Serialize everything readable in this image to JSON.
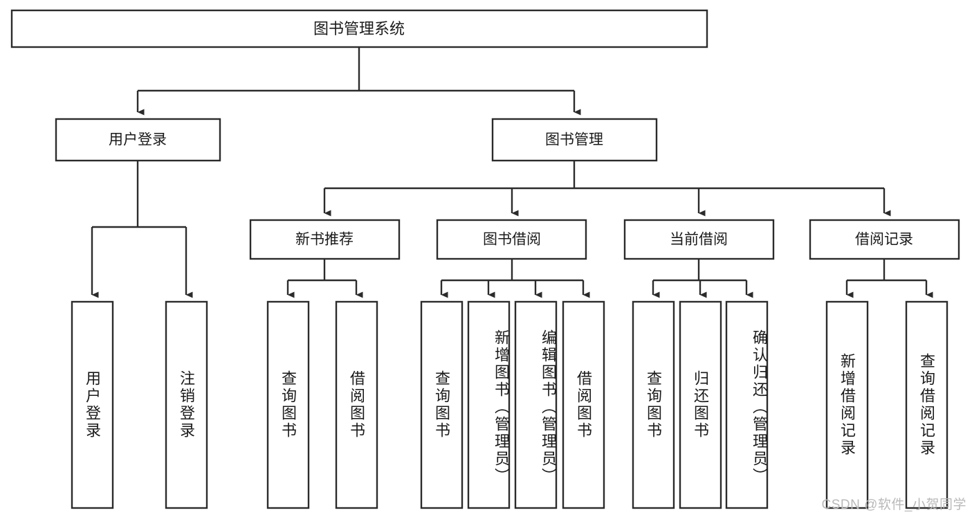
{
  "diagram": {
    "type": "tree-hierarchy",
    "title_node": {
      "id": "root",
      "label": "图书管理系统"
    },
    "level2": [
      {
        "id": "user-login",
        "label": "用户登录"
      },
      {
        "id": "book-management",
        "label": "图书管理"
      }
    ],
    "level3": [
      {
        "id": "new-book-recommend",
        "label": "新书推荐",
        "parent": "book-management"
      },
      {
        "id": "book-borrow",
        "label": "图书借阅",
        "parent": "book-management"
      },
      {
        "id": "current-borrow",
        "label": "当前借阅",
        "parent": "book-management"
      },
      {
        "id": "borrow-record",
        "label": "借阅记录",
        "parent": "book-management"
      }
    ],
    "leaves": {
      "user-login": [
        {
          "id": "leaf-user-login",
          "label": "用户登录"
        },
        {
          "id": "leaf-logout-login",
          "label": "注销登录"
        }
      ],
      "new-book-recommend": [
        {
          "id": "leaf-query-book-1",
          "label": "查询图书"
        },
        {
          "id": "leaf-borrow-book-1",
          "label": "借阅图书"
        }
      ],
      "book-borrow": [
        {
          "id": "leaf-query-book-2",
          "label": "查询图书"
        },
        {
          "id": "leaf-add-book",
          "label": "新增图书（管理员）"
        },
        {
          "id": "leaf-edit-book",
          "label": "编辑图书（管理员）"
        },
        {
          "id": "leaf-borrow-book-2",
          "label": "借阅图书"
        }
      ],
      "current-borrow": [
        {
          "id": "leaf-query-book-3",
          "label": "查询图书"
        },
        {
          "id": "leaf-return-book",
          "label": "归还图书"
        },
        {
          "id": "leaf-confirm-return",
          "label": "确认归还（管理员）"
        }
      ],
      "borrow-record": [
        {
          "id": "leaf-add-record",
          "label": "新增借阅记录"
        },
        {
          "id": "leaf-query-record",
          "label": "查询借阅记录"
        }
      ]
    },
    "colors": {
      "box_fill": "#ffffff",
      "box_stroke": "#2b2b2b",
      "connector": "#2b2b2b",
      "text": "#1a1a1a",
      "background": "#ffffff",
      "watermark": "#b9b9b9"
    }
  },
  "watermark": {
    "text": "CSDN @软件_小贺同学"
  }
}
